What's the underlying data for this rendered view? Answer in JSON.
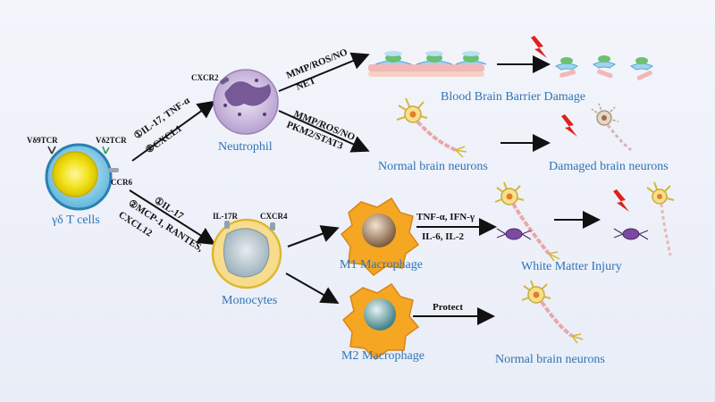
{
  "cells": {
    "gd_t": "γδ T cells",
    "neutrophil": "Neutrophil",
    "monocytes": "Monocytes",
    "m1": "M1 Macrophage",
    "m2": "M2 Macrophage"
  },
  "receptors": {
    "vd9": "Vδ9TCR",
    "vd2": "Vδ2TCR",
    "ccr6": "CCR6",
    "cxcr2": "CXCR2",
    "il17r": "IL-17R",
    "cxcr4": "CXCR4"
  },
  "arrows": {
    "to_neutrophil_1": "①IL-17, TNF-α",
    "to_neutrophil_2": "②CXCL1",
    "to_monocytes_1": "①IL-17",
    "to_monocytes_2a": "②MCP-1, RANTES,",
    "to_monocytes_2b": "CXCL12",
    "neut_bbb_1": "MMP/ROS/NO",
    "neut_bbb_2": "NET",
    "neut_neuron_1": "MMP/ROS/NO",
    "neut_neuron_2": "PKM2/STAT3",
    "m1_wm_1": "TNF-α, IFN-γ",
    "m1_wm_2": "IL-6, IL-2",
    "m2_protect": "Protect"
  },
  "outcomes": {
    "bbb": "Blood Brain Barrier Damage",
    "normal1": "Normal brain neurons",
    "damaged": "Damaged brain neurons",
    "wm": "White Matter Injury",
    "normal2": "Normal brain neurons"
  },
  "colors": {
    "label_blue": "#2f74b5",
    "lightning": "#e0201c",
    "macrophage_orange": "#f5a623"
  }
}
